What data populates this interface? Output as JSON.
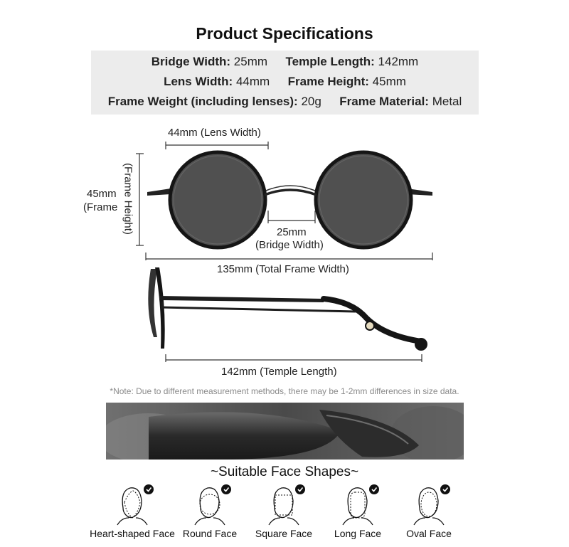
{
  "title": "Product Specifications",
  "specs": {
    "bridge_width_label": "Bridge Width:",
    "bridge_width_value": "25mm",
    "temple_length_label": "Temple Length:",
    "temple_length_value": "142mm",
    "lens_width_label": "Lens Width:",
    "lens_width_value": "44mm",
    "frame_height_label": "Frame Height:",
    "frame_height_value": "45mm",
    "frame_weight_label": "Frame Weight (including lenses):",
    "frame_weight_value": "20g",
    "frame_material_label": "Frame Material:",
    "frame_material_value": "Metal"
  },
  "measurements": {
    "lens_width": "44mm (Lens Width)",
    "frame_height_value": "45mm",
    "frame_height_word": "(Frame",
    "frame_height_rotated": "(Frame Height)",
    "bridge_value": "25mm",
    "bridge_label": "(Bridge Width)",
    "total_width": "135mm (Total Frame Width)",
    "temple_length": "142mm (Temple Length)"
  },
  "note": "*Note: Due to different measurement methods, there may be 1-2mm differences in size data.",
  "face_section_title": "~Suitable Face Shapes~",
  "face_shapes": [
    {
      "label": "Heart-shaped Face",
      "icon": "heart-face-icon"
    },
    {
      "label": "Round Face",
      "icon": "round-face-icon"
    },
    {
      "label": "Square Face",
      "icon": "square-face-icon"
    },
    {
      "label": "Long Face",
      "icon": "long-face-icon"
    },
    {
      "label": "Oval Face",
      "icon": "oval-face-icon"
    }
  ],
  "colors": {
    "spec_box_bg": "#ececec",
    "frame": "#1a1a1a",
    "lens": "#4a4a4a",
    "note_text": "#8a8a8a"
  }
}
